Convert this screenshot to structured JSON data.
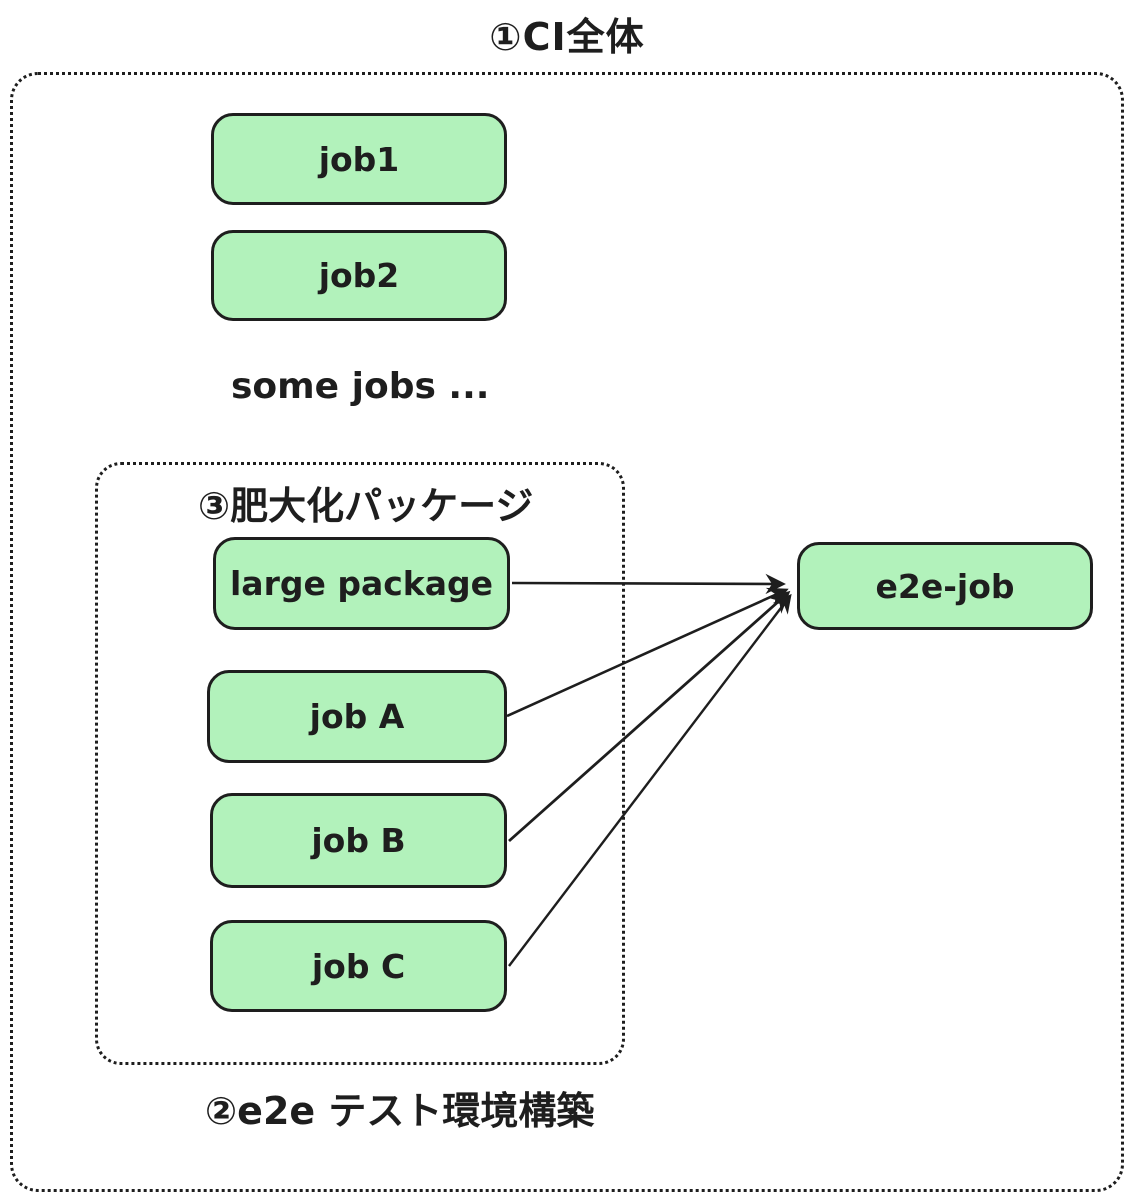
{
  "diagram": {
    "title": "①CI全体",
    "some_jobs_note": "some jobs ...",
    "inner_group_title": "③肥大化パッケージ",
    "inner_group_caption": "②e2e テスト環境構築",
    "nodes": {
      "job1": {
        "label": "job1"
      },
      "job2": {
        "label": "job2"
      },
      "large_package": {
        "label": "large package"
      },
      "job_a": {
        "label": "job A"
      },
      "job_b": {
        "label": "job B"
      },
      "job_c": {
        "label": "job C"
      },
      "e2e_job": {
        "label": "e2e-job"
      }
    },
    "edges": [
      {
        "from": "large package",
        "to": "e2e-job"
      },
      {
        "from": "job A",
        "to": "e2e-job"
      },
      {
        "from": "job B",
        "to": "e2e-job"
      },
      {
        "from": "job C",
        "to": "e2e-job"
      }
    ],
    "colors": {
      "node_fill": "#b2f2bb",
      "stroke": "#1e1e1e",
      "background": "#ffffff"
    }
  }
}
